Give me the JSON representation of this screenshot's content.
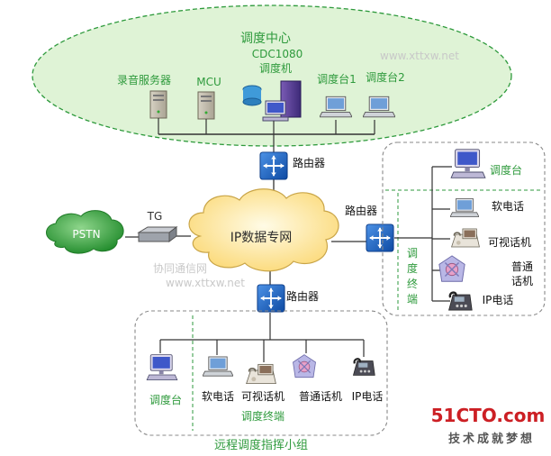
{
  "center": {
    "title": "调度中心",
    "recorder": "录音服务器",
    "mcu": "MCU",
    "cdc_line1": "CDC1080",
    "cdc_line2": "调度机",
    "console1": "调度台1",
    "console2": "调度台2",
    "watermark": "www.xttxw.net"
  },
  "routers": {
    "top": "路由器",
    "right": "路由器",
    "bottom": "路由器"
  },
  "pstn": "PSTN",
  "tg": "TG",
  "ip_network": "IP数据专网",
  "mid_watermark_1": "协同通信网",
  "mid_watermark_2": "www.xttxw.net",
  "right_group": {
    "console": "调度台",
    "softphone": "软电话",
    "videophone": "可视话机",
    "normal_line1": "普通",
    "normal_line2": "话机",
    "ipphone": "IP电话",
    "terminal_vertical": [
      "调",
      "度",
      "终",
      "端"
    ]
  },
  "bottom_group": {
    "console": "调度台",
    "softphone": "软电话",
    "videophone": "可视话机",
    "normal": "普通话机",
    "ipphone": "IP电话",
    "terminal": "调度终端",
    "title": "远程调度指挥小组"
  },
  "logo": {
    "brand": "51CTO.com",
    "slogan": "技术成就梦想"
  },
  "colors": {
    "accent_green": "#2e9a3c",
    "ellipse_fill": "#dff3d6",
    "cloud_fill": "#fde9a8",
    "pstn_fill": "#43b04a",
    "router_fill": "#1f66c6",
    "logo_red": "#cc1f24"
  }
}
